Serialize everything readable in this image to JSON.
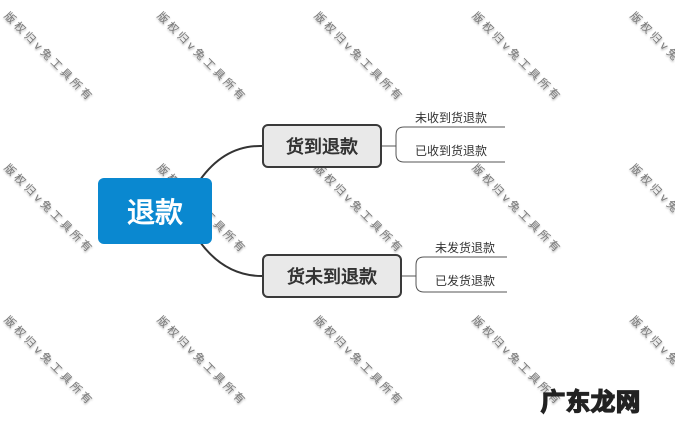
{
  "watermark": "版权归v兔工具所有",
  "root": {
    "label": "退款",
    "color": "#0a88d0"
  },
  "branches": [
    {
      "label": "货到退款",
      "children": [
        "未收到货退款",
        "已收到货退款"
      ]
    },
    {
      "label": "货未到退款",
      "children": [
        "未发货退款",
        "已发货退款"
      ]
    }
  ],
  "logo": "广东龙网"
}
